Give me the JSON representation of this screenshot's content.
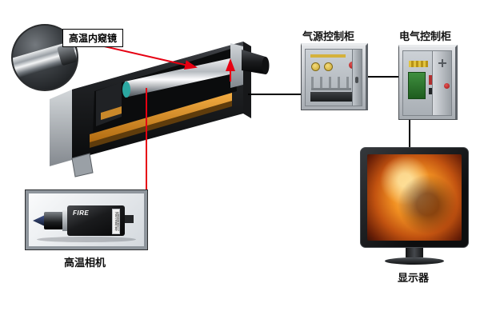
{
  "diagram": {
    "labels": {
      "endoscope": "高温内窥镜",
      "gas_cabinet": "气源控制柜",
      "electric_cabinet": "电气控制柜",
      "camera": "高温相机",
      "monitor": "显示器"
    },
    "camera_photo": {
      "brand": "FIRE",
      "sticker": "高温相机"
    },
    "colors": {
      "arrow_red": "#e60012",
      "connection_line": "#000000",
      "guide_rail_orange": "#e0921e",
      "furnace_glow": "#f19022",
      "pcb_green": "#2f7a2f"
    }
  }
}
